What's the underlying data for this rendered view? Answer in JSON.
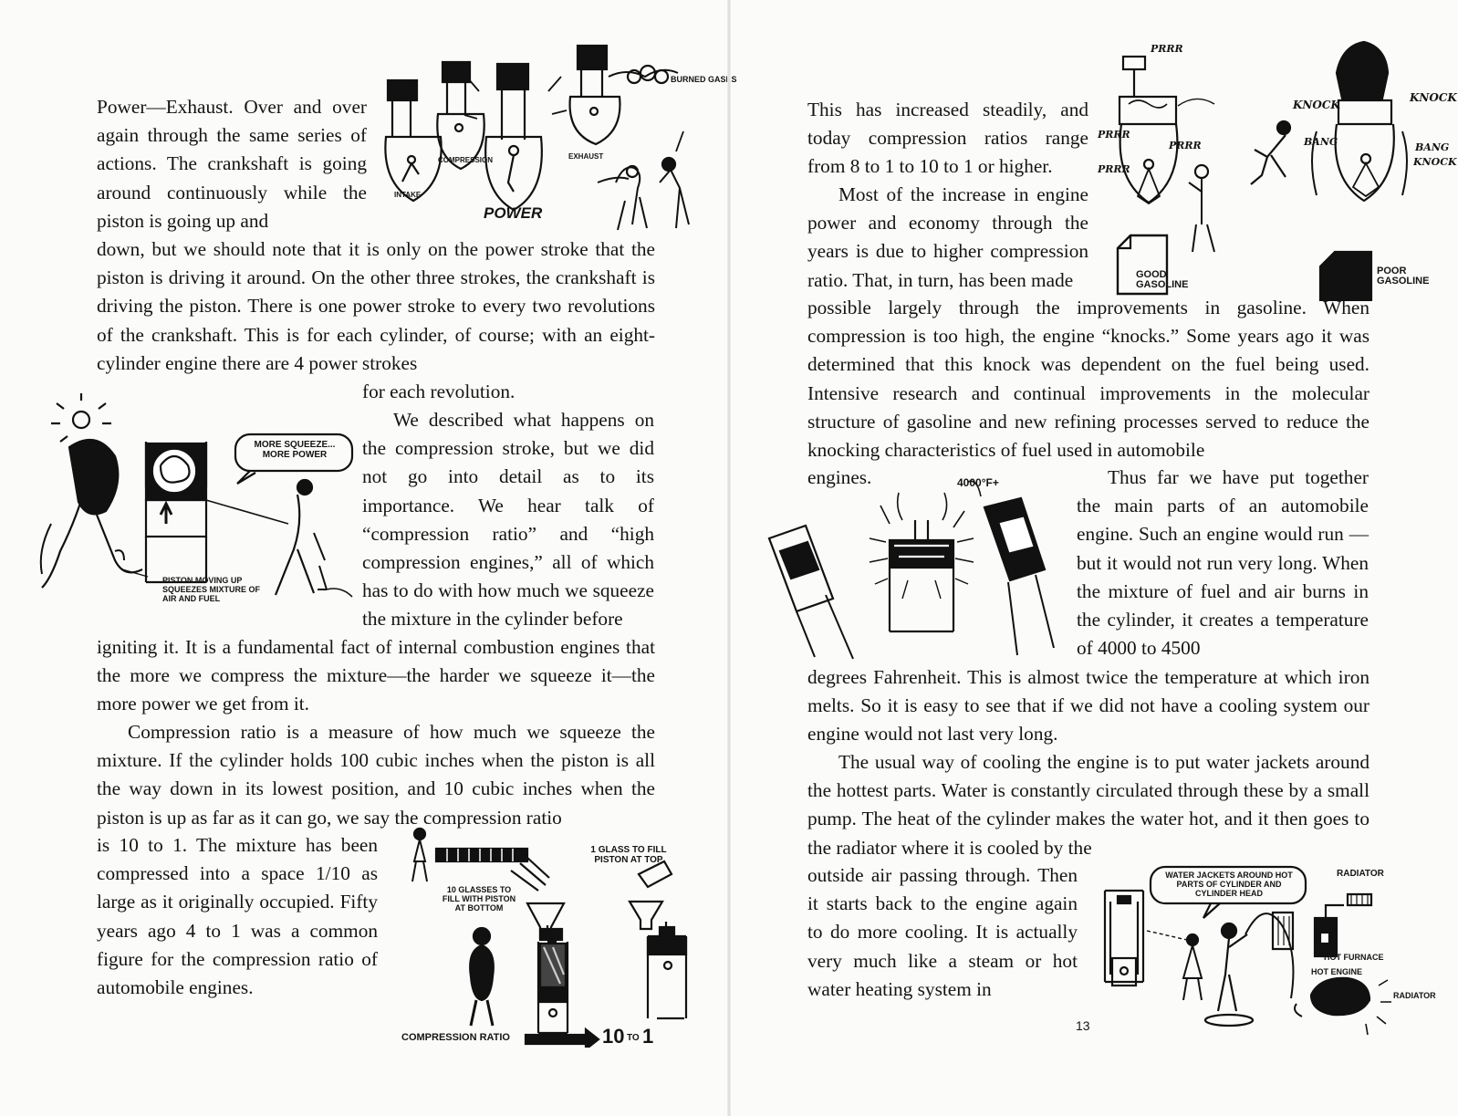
{
  "left_page": {
    "p1_lead": "Power—Exhaust. Over and over again through the same series of actions. The crankshaft is going around continuously while the piston is going up and",
    "p1_rest": "down, but we should note that it is only on the power stroke that the piston is driving it around. On the other three strokes, the crankshaft is driving the piston. There is one power stroke to every two revolutions of the crankshaft. This is for each cylinder, of course; with an eight-cylinder engine there are 4 power strokes",
    "p1_end": "for each revolution.",
    "p2_lead": "We described what happens on the compression stroke, but we did not go into detail as to its importance. We hear talk of “compression ratio” and “high compression engines,” all of which has to do with how much we squeeze the mixture in the cylinder before",
    "p2_rest": "igniting it. It is a fundamental fact of internal combustion engines that the more we compress the mixture—the harder we squeeze it—the more power we get from it.",
    "p3_full": "Compression ratio is a measure of how much we squeeze the mixture. If the cylinder holds 100 cubic inches when the piston is all the way down in its lowest position, and 10 cubic inches when the piston is up as far as it can go, we say the compression ratio",
    "p3_lead": "is 10 to 1. The mixture has been compressed into a space 1/10 as large as it originally occupied. Fifty years ago 4 to 1 was a common figure for the compression ratio of automobile engines.",
    "fig_strokes": {
      "burned_gases": "BURNED GASES",
      "compression": "COMPRESSION",
      "exhaust": "EXHAUST",
      "intake": "INTAKE",
      "power": "POWER"
    },
    "fig_squeeze": {
      "bubble": "MORE SQUEEZE... MORE POWER",
      "caption": "PISTON MOVING UP SQUEEZES MIXTURE OF AIR AND FUEL"
    },
    "fig_ratio": {
      "one_glass": "1 GLASS TO FILL PISTON AT TOP",
      "ten_glasses": "10 GLASSES TO FILL WITH PISTON AT BOTTOM",
      "ratio_label": "COMPRESSION RATIO",
      "ratio_value": "10",
      "ratio_to": "TO",
      "ratio_one": "1"
    }
  },
  "right_page": {
    "p1_lead": "This has increased steadily, and today compression ratios range from 8 to 1 to 10 to 1 or higher.",
    "p2_lead": "Most of the increase in engine power and economy through the years is due to higher compression ratio. That, in turn, has been made",
    "p2_rest": "possible largely through the improvements in gasoline. When compression is too high, the engine “knocks.” Some years ago it was determined that this knock was dependent on the fuel being used. Intensive research and continual improvements in the molecular structure of gasoline and new refining processes served to reduce the knocking characteristics of fuel used in automobile",
    "p2_end": "engines.",
    "p3_lead": "Thus far we have put together the main parts of an automobile engine. Such an engine would run —but it would not run very long. When the mixture of fuel and air burns in the cylinder, it creates a temperature of 4000 to 4500",
    "p3_rest": "degrees Fahrenheit. This is almost twice the temperature at which iron melts. So it is easy to see that if we did not have a cooling system our engine would not last very long.",
    "p4_full": "The usual way of cooling the engine is to put water jackets around the hottest parts. Water is constantly circulated through these by a small pump. The heat of the cylinder makes the water hot, and it then goes to the radiator where it is cooled by the",
    "p4_lead": "outside air passing through. Then it starts back to the engine again to do more cooling. It is actually very much like a steam or hot water heating system in",
    "page_number": "13",
    "fig_gas": {
      "prrr_1": "Prrr",
      "prrr_2": "Prrr",
      "prrr_3": "Prrr",
      "prrr_4": "Prrr",
      "knock_1": "Knock",
      "knock_2": "Knock",
      "knock_3": "Knock",
      "bang_1": "Bang",
      "bang_2": "Bang",
      "good": "GOOD GASOLINE",
      "poor": "POOR GASOLINE"
    },
    "fig_heat": {
      "temp": "4000°F+"
    },
    "fig_cooling": {
      "bubble": "WATER JACKETS AROUND HOT PARTS OF CYLINDER AND CYLINDER HEAD",
      "radiator_1": "RADIATOR",
      "hot_furnace": "HOT FURNACE",
      "hot_engine": "HOT ENGINE",
      "radiator_2": "RADIATOR"
    }
  }
}
